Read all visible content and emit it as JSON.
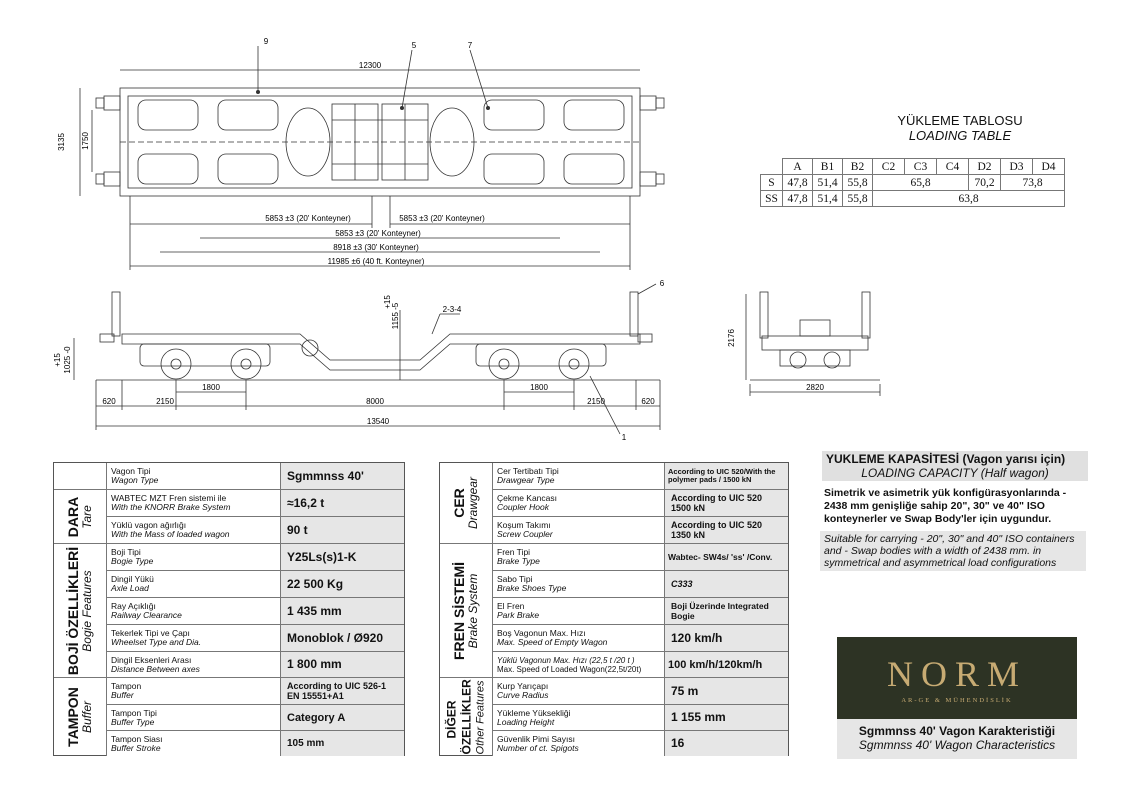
{
  "drawing": {
    "top_dims": {
      "overall_length": "12300",
      "height_a": "3135",
      "height_b": "1750",
      "d_20_left": "5853 ±3 (20' Konteyner)",
      "d_20_right": "5853 ±3 (20' Konteyner)",
      "d_20_mid": "5853 ±3 (20' Konteyner)",
      "d_30": "8918 ±3 (30' Konteyner)",
      "d_40": "11985 ±6 (40 ft. Konteyner)",
      "callout_9": "9",
      "callout_5": "5",
      "callout_7": "7"
    },
    "side_dims": {
      "h_plus15": "+15",
      "h_1025": "1025 -0",
      "h_plus15b": "+15",
      "h_1155": "1155 -5",
      "d_620_l": "620",
      "d_2150_l": "2150",
      "d_1800_l": "1800",
      "d_8000": "8000",
      "d_1800_r": "1800",
      "d_2150_r": "2150",
      "d_620_r": "620",
      "d_13540": "13540",
      "callout_234": "2-3-4",
      "callout_6": "6",
      "callout_1": "1"
    },
    "end_dims": {
      "h_2176": "2176",
      "w_2820": "2820"
    }
  },
  "loading_table": {
    "title": "YÜKLEME TABLOSU",
    "subtitle": "LOADING TABLE",
    "headers": [
      "A",
      "B1",
      "B2",
      "C2",
      "C3",
      "C4",
      "D2",
      "D3",
      "D4"
    ],
    "row_s": {
      "label": "S",
      "a": "47,8",
      "b1": "51,4",
      "b2": "55,8",
      "c": "65,8",
      "d2": "70,2",
      "d34": "73,8"
    },
    "row_ss": {
      "label": "SS",
      "a": "47,8",
      "b1": "51,4",
      "b2": "55,8",
      "rest": "63,8"
    }
  },
  "left_table": {
    "groups": [
      {
        "tr": "DARA",
        "en": "Tare"
      },
      {
        "tr": "BOJİ ÖZELLİKLERİ",
        "en": "Bogie Features"
      },
      {
        "tr": "TAMPON",
        "en": "Buffer"
      }
    ],
    "rows": [
      {
        "tr": "Vagon Tipi",
        "en": "Wagon Type",
        "val": "Sgmmnss 40'"
      },
      {
        "tr": "WABTEC MZT Fren sistemi ile",
        "en": "With the KNORR Brake System",
        "val": "≈16,2 t"
      },
      {
        "tr": "Yüklü vagon ağırlığı",
        "en": "With the  Mass of loaded wagon",
        "val": "90 t"
      },
      {
        "tr": "Boji Tipi",
        "en": "Bogie Type",
        "val": "Y25Ls(s)1-K"
      },
      {
        "tr": "Dingil Yükü",
        "en": "Axle Load",
        "val": "22 500 Kg"
      },
      {
        "tr": "Ray Açıklığı",
        "en": "Railway Clearance",
        "val": "1 435 mm"
      },
      {
        "tr": "Tekerlek Tipi ve Çapı",
        "en": "Wheelset Type and Dia.",
        "val": "Monoblok / Ø920"
      },
      {
        "tr": "Dingil Eksenleri Arası",
        "en": "Distance Between axes",
        "val": "1 800 mm"
      },
      {
        "tr": "Tampon",
        "en": "Buffer",
        "val": "According to UIC 526-1 EN 15551+A1"
      },
      {
        "tr": "Tampon Tipi",
        "en": "Buffer Type",
        "val": "Category A"
      },
      {
        "tr": "Tampon Siası",
        "en": "Buffer Stroke",
        "val": "105 mm"
      }
    ]
  },
  "right_table": {
    "groups": [
      {
        "tr": "CER",
        "en": "Drawgear"
      },
      {
        "tr": "FREN SİSTEMİ",
        "en": "Brake System"
      },
      {
        "tr": "DİĞER ÖZELLİKLER",
        "en": "Other Features"
      }
    ],
    "rows": [
      {
        "tr": "Cer Tertibatı Tipi",
        "en": "Drawgear Type",
        "val": "According to UIC 520/With the polymer pads / 1500 kN"
      },
      {
        "tr": "Çekme Kancası",
        "en": "Coupler Hook",
        "val": "According to UIC 520 1500 kN"
      },
      {
        "tr": "Koşum Takımı",
        "en": "Screw Coupler",
        "val": "According to UIC 520 1350 kN"
      },
      {
        "tr": "Fren Tipi",
        "en": "Brake Type",
        "val": "Wabtec- SW4s/ 'ss' /Conv."
      },
      {
        "tr": "Sabo Tipi",
        "en": "Brake Shoes Type",
        "val": "C333"
      },
      {
        "tr": "El Fren",
        "en": "Park Brake",
        "val": "Boji Üzerinde Integrated Bogie"
      },
      {
        "tr": "Boş Vagonun Max. Hızı",
        "en": "Max. Speed of Empty Wagon",
        "val": "120 km/h"
      },
      {
        "tr": "Yüklü Vagonun Max. Hızı (22,5 t /20 t )",
        "en": "Max. Speed of Loaded Wagon(22,5t/20t)",
        "val": "100 km/h/120km/h"
      },
      {
        "tr": "Kurp Yarıçapı",
        "en": "Curve Radius",
        "val": "75 m"
      },
      {
        "tr": "Yükleme Yüksekliği",
        "en": "Loading Height",
        "val": "1 155 mm"
      },
      {
        "tr": "Güvenlik Pimi Sayısı",
        "en": "Number of ct. Spigots",
        "val": "16"
      }
    ]
  },
  "capacity": {
    "title_tr": "YUKLEME KAPASİTESİ (Vagon yarısı için)",
    "title_en": "LOADING CAPACITY (Half wagon)",
    "text_tr": "Simetrik ve asimetrik yük konfigürasyonlarında - 2438 mm genişliğe sahip 20\", 30\" ve 40\" ISO konteynerler ve Swap Body'ler için uygundur.",
    "text_en": "Suitable for carrying - 20\", 30\" and 40\" ISO containers and - Swap bodies  with a width of 2438 mm. in symmetrical and asymmetrical load configurations"
  },
  "logo": {
    "name": "NORM",
    "tagline": "AR-GE & MÜHENDİSLİK"
  },
  "characteristics": {
    "tr": "Sgmmnss 40' Vagon Karakteristiği",
    "en": "Sgmmnss 40' Wagon Characteristics"
  }
}
